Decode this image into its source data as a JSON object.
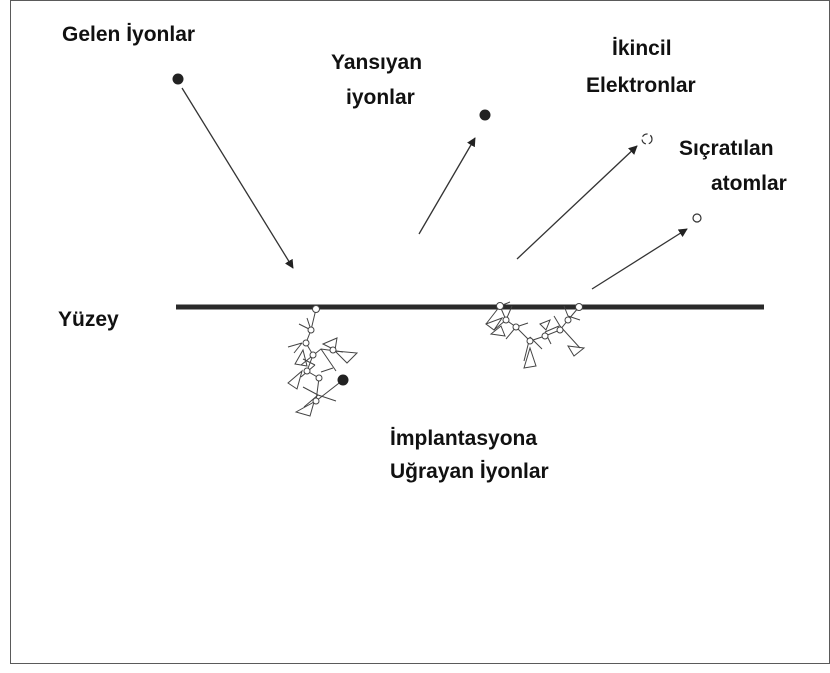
{
  "labels": {
    "incoming_ions": "Gelen İyonlar",
    "reflected_ions_line1": "Yansıyan",
    "reflected_ions_line2": "iyonlar",
    "secondary_electrons_line1": "İkincil",
    "secondary_electrons_line2": "Elektronlar",
    "sputtered_atoms_line1": "Sıçratılan",
    "sputtered_atoms_line2": "atomlar",
    "surface": "Yüzey",
    "implanted_ions_line1": "İmplantasyona",
    "implanted_ions_line2": "Uğrayan İyonlar"
  },
  "colors": {
    "ink": "#222222",
    "frame": "#5a5a5a",
    "background": "#ffffff"
  }
}
